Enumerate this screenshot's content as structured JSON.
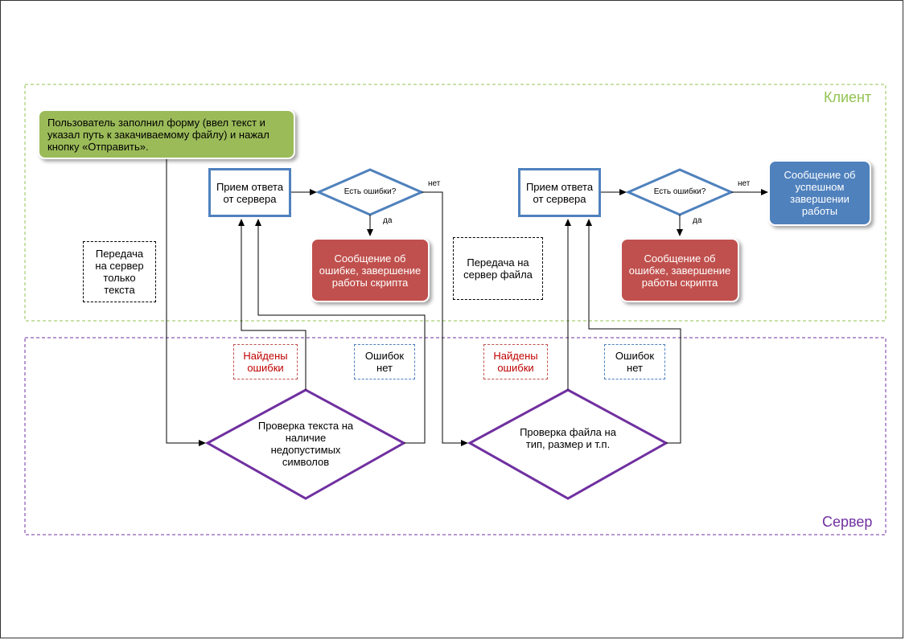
{
  "lanes": {
    "client": {
      "title": "Клиент",
      "color": "#92c353"
    },
    "server": {
      "title": "Сервер",
      "color": "#7030a0"
    }
  },
  "nodes": {
    "user_form": "Пользователь заполнил форму (ввел текст и указал путь к закачиваемому файлу) и нажал кнопку «Отправить».",
    "receive_1": "Прием ответа от сервера",
    "decision_1": "Есть ошибки?",
    "error_1": "Сообщение об ошибке, завершение работы скрипта",
    "note_text_only": "Передача на сервер только текста",
    "note_file": "Передача на сервер файла",
    "receive_2": "Прием ответа от сервера",
    "decision_2": "Есть ошибки?",
    "error_2": "Сообщение об ошибке, завершение работы скрипта",
    "success": "Сообщение об успешном завершении работы",
    "check_text": "Проверка текста на наличие недопустимых символов",
    "check_file": "Проверка файла на тип, размер и т.п.",
    "found_errors_1": "Найдены ошибки",
    "no_errors_1": "Ошибок нет",
    "found_errors_2": "Найдены ошибки",
    "no_errors_2": "Ошибок нет"
  },
  "edge_labels": {
    "no_1": "нет",
    "yes_1": "да",
    "no_2": "нет",
    "yes_2": "да"
  },
  "colors": {
    "green_box": "#9bbb59",
    "blue_outline": "#4f81bd",
    "red_box": "#c0504d",
    "blue_box": "#4f81bd",
    "purple": "#7030a0",
    "red_text": "#c00000",
    "blue_dash": "#4f81bd"
  }
}
